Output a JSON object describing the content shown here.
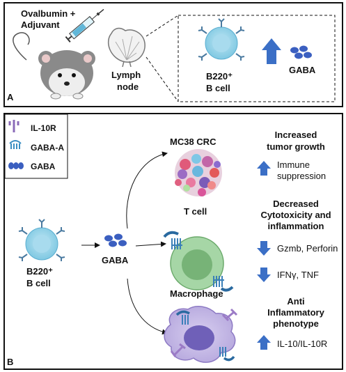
{
  "panelA": {
    "letter": "A",
    "mouse_line1": "Ovalbumin +",
    "mouse_line2": "Adjuvant",
    "lymph_line1": "Lymph",
    "lymph_line2": "node",
    "bcell_line1": "B220⁺",
    "bcell_line2": "B cell",
    "gaba": "GABA"
  },
  "panelB": {
    "letter": "B",
    "legend": [
      "IL-10R",
      "GABA-A",
      "GABA"
    ],
    "bcell_line1": "B220⁺",
    "bcell_line2": "B cell",
    "gaba": "GABA",
    "mc38": "MC38 CRC",
    "tcell": "T cell",
    "macrophage": "Macrophage",
    "outcome1_title": [
      "Increased",
      "tumor growth"
    ],
    "outcome1_items": [
      "Immune",
      "suppression"
    ],
    "outcome2_title": [
      "Decreased",
      "Cytotoxicity and",
      "inflammation"
    ],
    "outcome2_items": [
      "Gzmb, Perforin",
      "IFNγ, TNF"
    ],
    "outcome3_title": [
      "Anti",
      "Inflammatory",
      "phenotype"
    ],
    "outcome3_items": [
      "IL-10/IL-10R"
    ]
  }
}
